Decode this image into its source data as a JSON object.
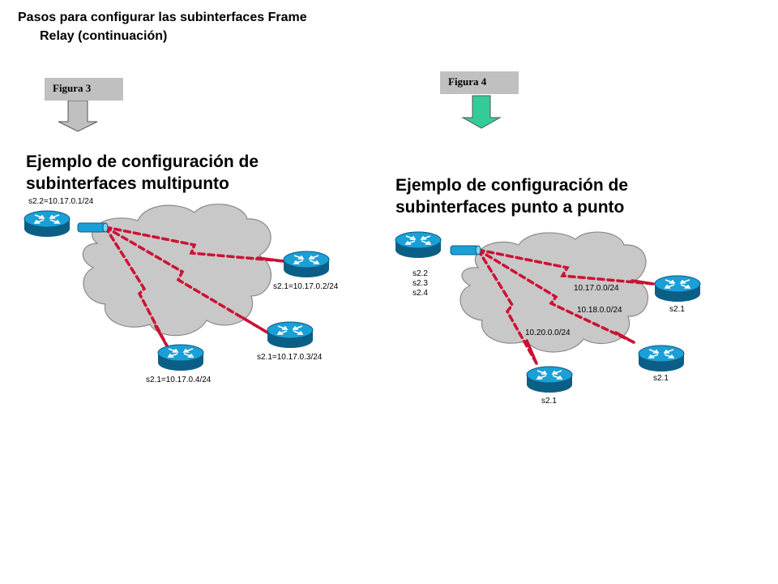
{
  "title": {
    "line1": "Pasos para configurar las subinterfaces Frame",
    "line2": "Relay   (continuación)"
  },
  "figures": {
    "fig3": {
      "tag": "Figura 3",
      "arrow_color": "#c0c0c0",
      "heading_line1": "Ejemplo de configuración de",
      "heading_line2": "subinterfaces multipunto",
      "hub_label": "s2.2=10.17.0.1/24",
      "remote_labels": [
        "s2.1=10.17.0.2/24",
        "s2.1=10.17.0.3/24",
        "s2.1=10.17.0.4/24"
      ]
    },
    "fig4": {
      "tag": "Figura 4",
      "arrow_color": "#33cc99",
      "heading_line1": "Ejemplo de configuración de",
      "heading_line2": "subinterfaces punto a punto",
      "hub_labels": [
        "s2.2",
        "s2.3",
        "s2.4"
      ],
      "subnet_labels": [
        "10.17.0.0/24",
        "10.18.0.0/24",
        "10.20.0.0/24"
      ],
      "remote_labels": [
        "s2.1",
        "s2.1",
        "s2.1"
      ]
    }
  },
  "colors": {
    "cloud": "#c8c8c8",
    "router_top": "#1a9fd6",
    "router_side": "#0b5f86",
    "link": "#cc1133"
  },
  "icons": [
    "router-icon",
    "frame-relay-cloud",
    "serial-interface-connector",
    "down-arrow"
  ]
}
